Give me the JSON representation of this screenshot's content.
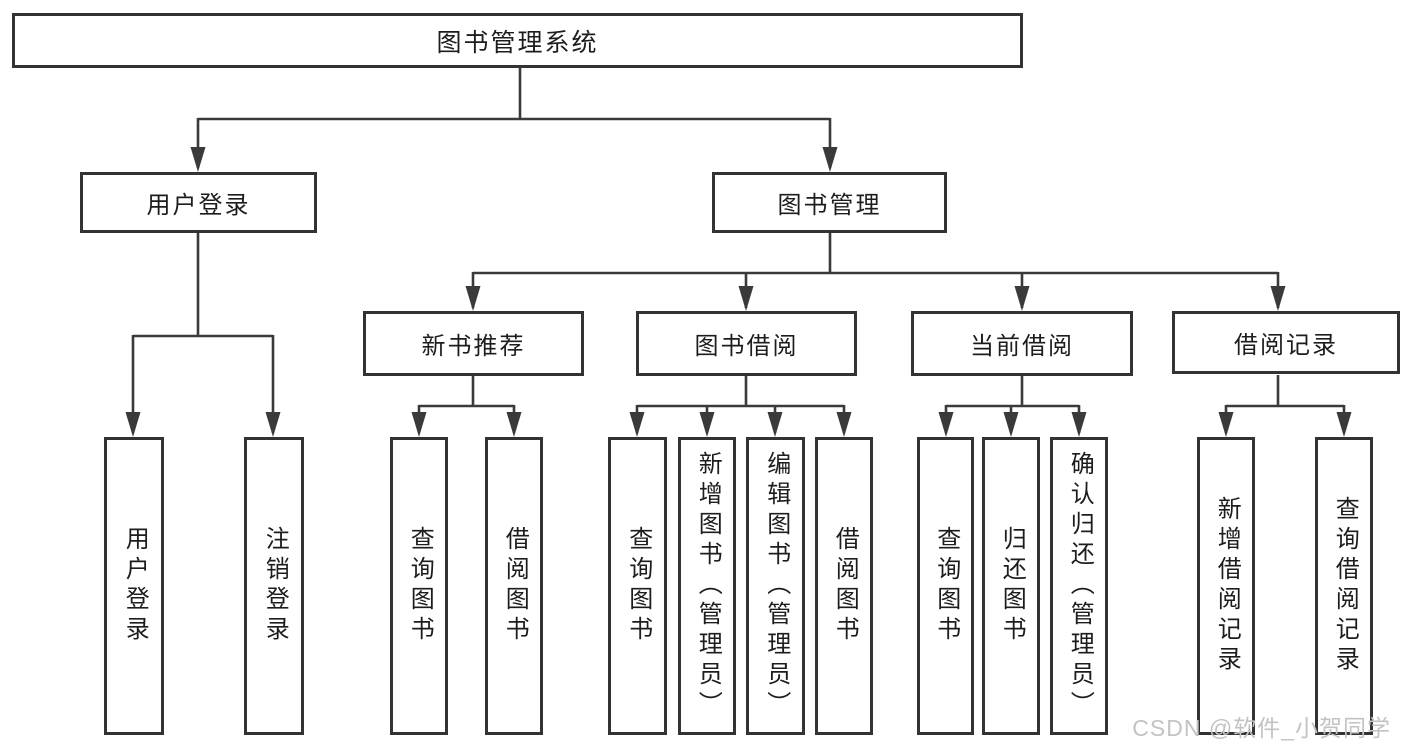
{
  "colors": {
    "line": "#3a3a3a",
    "border": "#333333",
    "text": "#1d1d1d",
    "background": "#ffffff",
    "watermark": "#c3c3c3"
  },
  "tree": {
    "root": {
      "label": "图书管理系统"
    },
    "branches": [
      {
        "label": "用户登录",
        "children": [
          {
            "label": "用户登录"
          },
          {
            "label": "注销登录"
          }
        ]
      },
      {
        "label": "图书管理",
        "children": [
          {
            "label": "新书推荐",
            "children": [
              {
                "label": "查询图书"
              },
              {
                "label": "借阅图书"
              }
            ]
          },
          {
            "label": "图书借阅",
            "children": [
              {
                "label": "查询图书"
              },
              {
                "label": "新增图书（管理员）"
              },
              {
                "label": "编辑图书（管理员）"
              },
              {
                "label": "借阅图书"
              }
            ]
          },
          {
            "label": "当前借阅",
            "children": [
              {
                "label": "查询图书"
              },
              {
                "label": "归还图书"
              },
              {
                "label": "确认归还（管理员）"
              }
            ]
          },
          {
            "label": "借阅记录",
            "children": [
              {
                "label": "新增借阅记录"
              },
              {
                "label": "查询借阅记录"
              }
            ]
          }
        ]
      }
    ]
  },
  "watermark": "CSDN @软件_小贺同学"
}
